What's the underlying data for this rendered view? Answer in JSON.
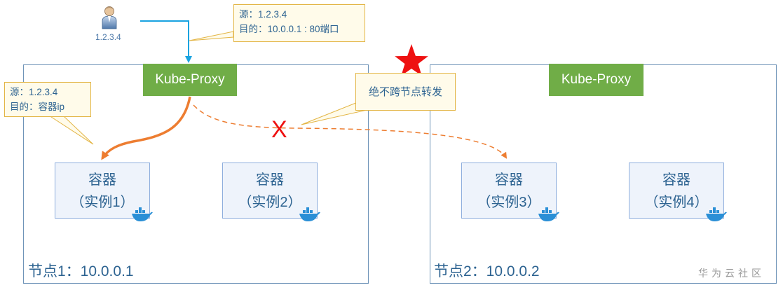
{
  "client": {
    "ip": "1.2.3.4"
  },
  "callout_top": {
    "line1": "源：1.2.3.4",
    "line2": "目的：10.0.0.1 : 80端口"
  },
  "callout_left": {
    "line1": "源：1.2.3.4",
    "line2": "目的：容器ip"
  },
  "callout_right": {
    "text": "绝不跨节点转发"
  },
  "blocked_mark": "X",
  "nodes": [
    {
      "proxy": "Kube-Proxy",
      "label": "节点1：10.0.0.1"
    },
    {
      "proxy": "Kube-Proxy",
      "label": "节点2：10.0.0.2"
    }
  ],
  "containers": [
    {
      "title": "容器",
      "instance": "（实例1）"
    },
    {
      "title": "容器",
      "instance": "（实例2）"
    },
    {
      "title": "容器",
      "instance": "（实例3）"
    },
    {
      "title": "容器",
      "instance": "（实例4）"
    }
  ],
  "colors": {
    "proxy": "#70ad47",
    "text": "#2d6391",
    "arrow_solid": "#ed7d31",
    "arrow_client": "#1aa3e0",
    "forbidden": "#ee1111"
  },
  "watermark": "华为云社区"
}
